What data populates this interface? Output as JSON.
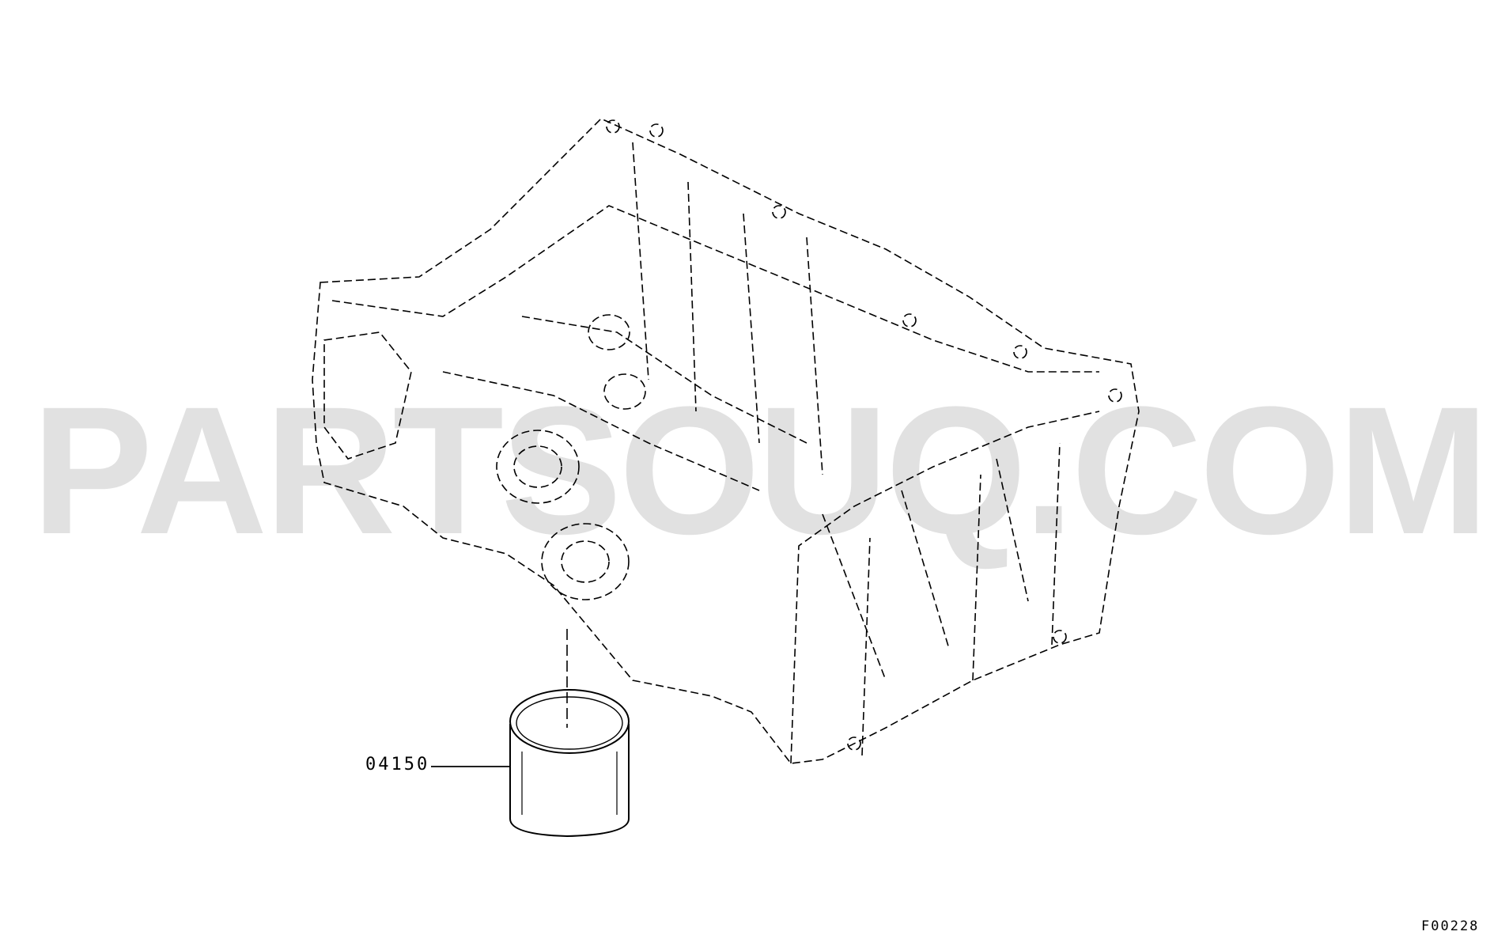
{
  "watermark": "PARTSOUQ.COM",
  "part_label": "04150",
  "figure_code": "F00228",
  "colors": {
    "line": "#000000",
    "watermark": "#dedede",
    "background": "#ffffff"
  }
}
